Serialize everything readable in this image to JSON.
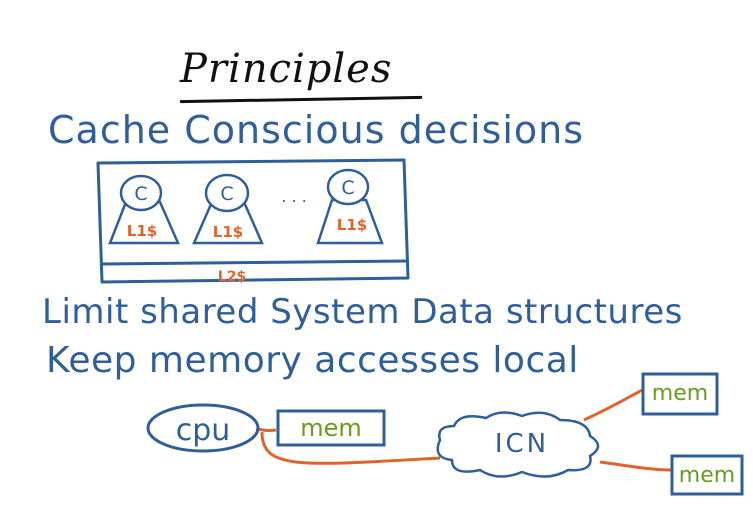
{
  "title": "Principles",
  "lines": {
    "cache_conscious": "Cache Conscious decisions",
    "limit_shared": "Limit shared System Data structures",
    "keep_local": "Keep memory accesses local"
  },
  "cache_diagram": {
    "core_label": "C",
    "ellipsis": ". . .",
    "l1_labels": [
      "L1$",
      "L1$",
      "L1$"
    ],
    "l2_label": "L2$"
  },
  "numa_diagram": {
    "cpu_label": "cpu",
    "local_mem_label": "mem",
    "icn_label": "ICN",
    "remote_mem_labels": [
      "mem",
      "mem"
    ]
  },
  "colors": {
    "ink_blue": "#2f5f9a",
    "ink_black": "#111111",
    "ink_orange": "#e0642a",
    "ink_green": "#6a9a1f"
  }
}
